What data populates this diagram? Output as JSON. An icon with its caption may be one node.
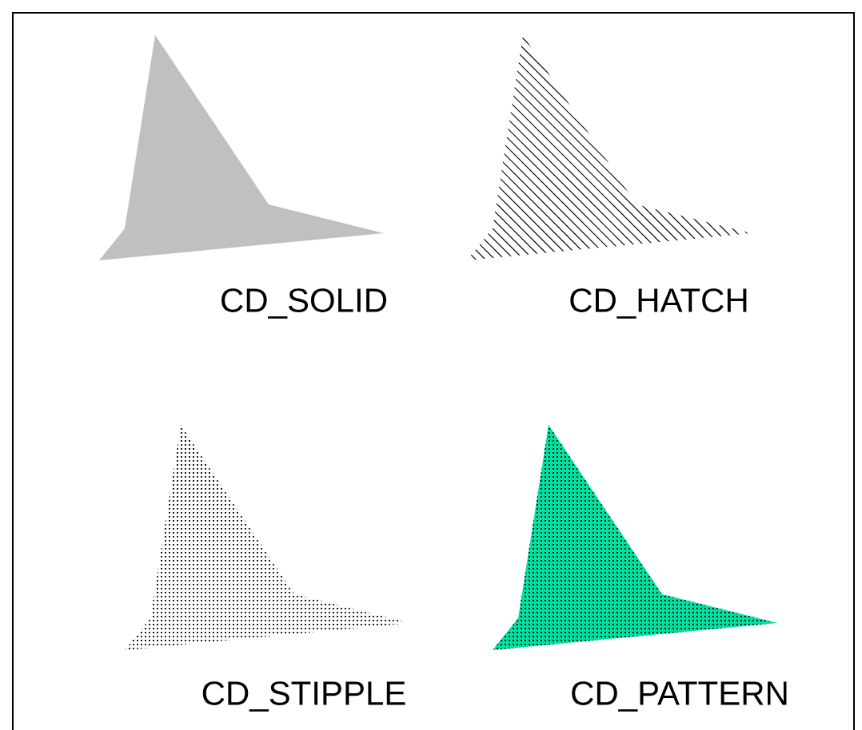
{
  "diagram": {
    "labels": [
      "CD_SOLID",
      "CD_HATCH",
      "CD_STIPPLE",
      "CD_PATTERN"
    ]
  }
}
